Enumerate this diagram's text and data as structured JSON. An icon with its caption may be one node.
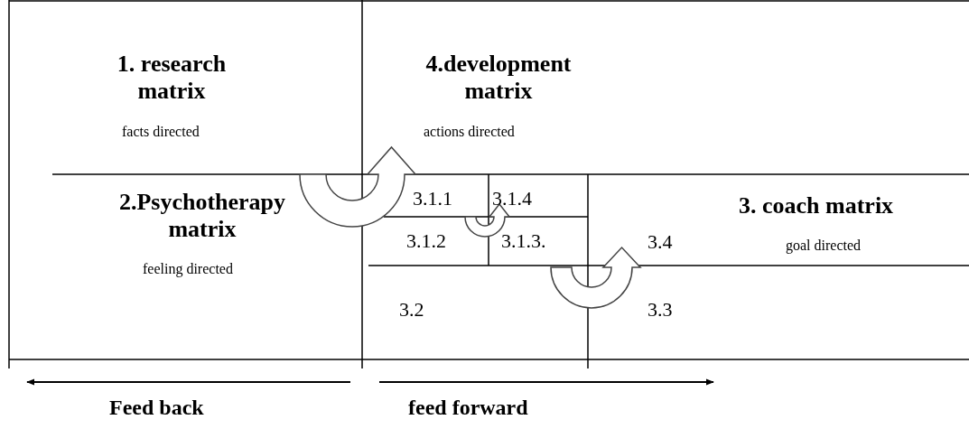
{
  "diagram": {
    "nodes": [
      {
        "text": [
          "1. research matrix",
          "facts directed"
        ]
      },
      {
        "text": [
          "4.development matrix",
          "actions directed"
        ]
      },
      {
        "text": [
          "2.Psychotherapy matrix",
          "feeling directed"
        ]
      },
      {
        "text": [
          "3. coach matrix",
          "goal directed"
        ]
      },
      {
        "text": [
          "3.1.1"
        ],
        "in": 3
      },
      {
        "text": [
          "3.1.4"
        ],
        "in": 3
      },
      {
        "text": [
          "3.1.2"
        ],
        "in": 3
      },
      {
        "text": [
          "3.1.3."
        ],
        "in": 3
      },
      {
        "text": [
          "3.4"
        ],
        "in": 3
      },
      {
        "text": [
          "3.2"
        ],
        "in": 3
      },
      {
        "text": [
          "3.3"
        ],
        "in": 3
      }
    ],
    "labels": [
      "Feed back",
      "feed forward"
    ]
  }
}
